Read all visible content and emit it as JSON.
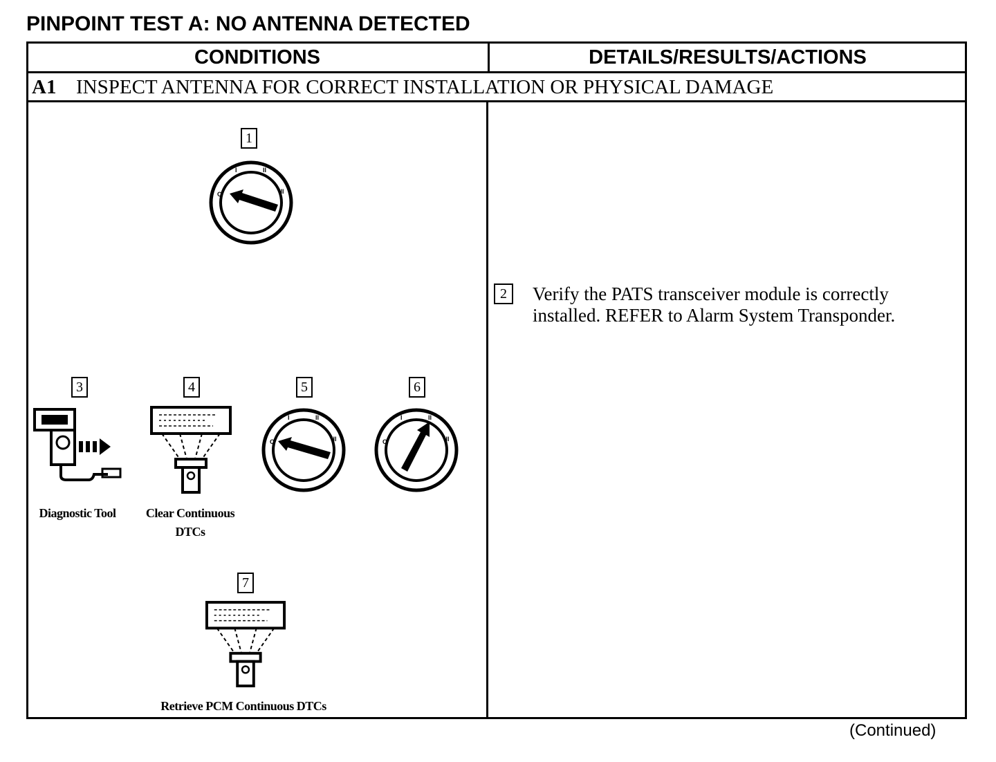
{
  "title": "PINPOINT TEST A:  NO ANTENNA DETECTED",
  "table": {
    "col_left_header": "CONDITIONS",
    "col_right_header": "DETAILS/RESULTS/ACTIONS",
    "step": {
      "id": "A1",
      "title": "INSPECT ANTENNA FOR CORRECT INSTALLATION OR PHYSICAL DAMAGE"
    },
    "figures": [
      {
        "num": "1",
        "icon": "ignition-switch-off-icon"
      },
      {
        "num": "3",
        "icon": "diagnostic-tool-icon",
        "caption": "Diagnostic Tool"
      },
      {
        "num": "4",
        "icon": "scan-tool-display-icon",
        "caption_line1": "Clear Continuous",
        "caption_line2": "DTCs"
      },
      {
        "num": "5",
        "icon": "ignition-switch-off-icon"
      },
      {
        "num": "6",
        "icon": "ignition-switch-run-icon"
      },
      {
        "num": "7",
        "icon": "scan-tool-display-icon",
        "caption": "Retrieve PCM Continuous DTCs"
      }
    ],
    "action": {
      "num": "2",
      "line1": "Verify the PATS transceiver module is correctly",
      "line2": "installed. REFER to Alarm System Transponder."
    }
  },
  "footer": "(Continued)"
}
